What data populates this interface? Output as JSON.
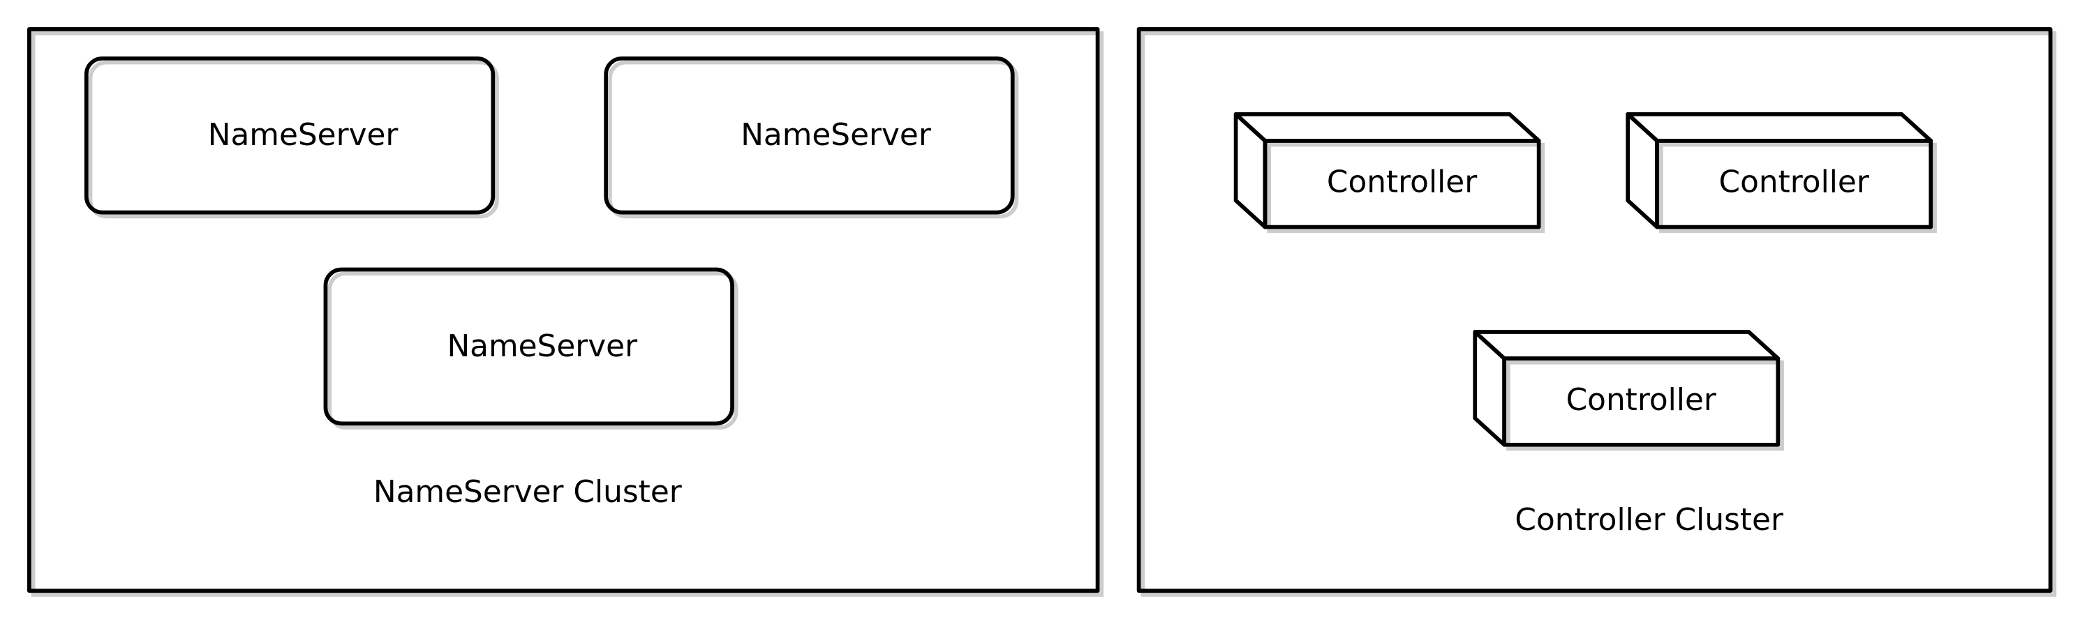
{
  "nameserver_cluster": {
    "label": "NameServer Cluster",
    "nodes": [
      {
        "label": "NameServer"
      },
      {
        "label": "NameServer"
      },
      {
        "label": "NameServer"
      }
    ]
  },
  "controller_cluster": {
    "label": "Controller Cluster",
    "nodes": [
      {
        "label": "Controller"
      },
      {
        "label": "Controller"
      },
      {
        "label": "Controller"
      }
    ]
  },
  "colors": {
    "stroke": "#000000",
    "shadow": "#cccccc",
    "hatch": "#e6e6e6",
    "background": "#ffffff"
  }
}
